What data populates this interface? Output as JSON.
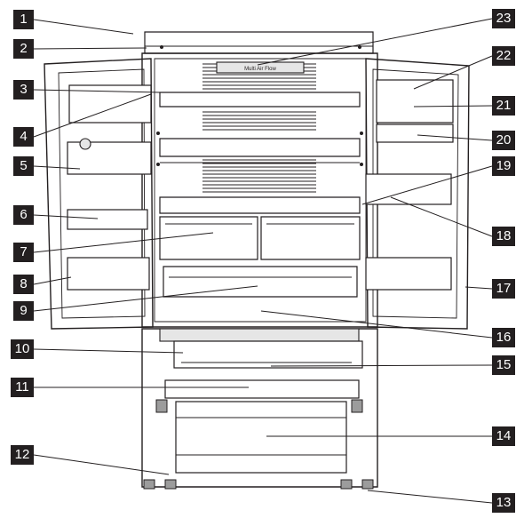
{
  "callouts": {
    "c1": "1",
    "c2": "2",
    "c3": "3",
    "c4": "4",
    "c5": "5",
    "c6": "6",
    "c7": "7",
    "c8": "8",
    "c9": "9",
    "c10": "10",
    "c11": "11",
    "c12": "12",
    "c13": "13",
    "c14": "14",
    "c15": "15",
    "c16": "16",
    "c17": "17",
    "c18": "18",
    "c19": "19",
    "c20": "20",
    "c21": "21",
    "c22": "22",
    "c23": "23"
  },
  "fridge": {
    "badge_text": "Multi Air Flow"
  },
  "colors": {
    "label_bg": "#231f20",
    "label_text": "#ffffff",
    "line": "#231f20"
  }
}
